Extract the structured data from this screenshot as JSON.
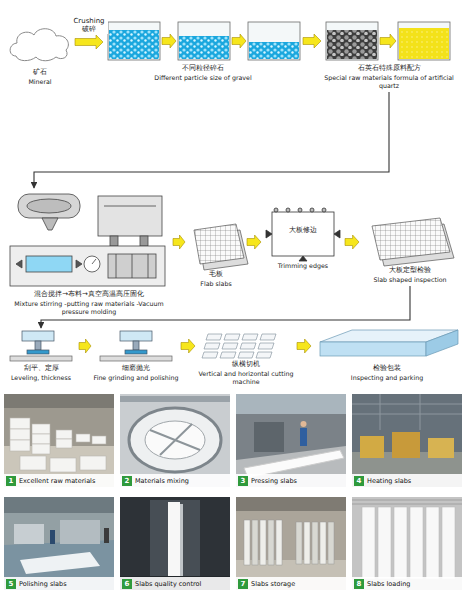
{
  "diagram": {
    "nodes": [
      {
        "text": [
          "矿石",
          "Mineral"
        ]
      },
      {
        "text": [
          "不同粒径碎石",
          "Different particle size of gravel"
        ]
      },
      {
        "text": [
          "石英石特殊原料配方",
          "Special raw materials formula of artificial quartz"
        ]
      },
      {
        "text": [
          "混合搅拌→布料→真空高温高压固化",
          "Mixture stirring -putting raw materials -Vacuum pressure molding"
        ]
      },
      {
        "text": [
          "毛板",
          "Flab slabs"
        ]
      },
      {
        "text": [
          "大板修边",
          "Trimming edges"
        ]
      },
      {
        "text": [
          "大板定型检验",
          "Slab shaped inspection"
        ]
      },
      {
        "text": [
          "刮平、定厚",
          "Leveling, thickness"
        ]
      },
      {
        "text": [
          "细磨抛光",
          "Fine grinding and polishing"
        ]
      },
      {
        "text": [
          "纵横切机",
          "Vertical and horizontal cutting machine"
        ]
      },
      {
        "text": [
          "检验包装",
          "Inspecting and parking"
        ]
      },
      {
        "text": [
          "1",
          "Excellent raw materials"
        ]
      },
      {
        "text": [
          "2",
          "Materials mixing"
        ]
      },
      {
        "text": [
          "3",
          "Pressing slabs"
        ]
      },
      {
        "text": [
          "4",
          "Heating slabs"
        ]
      },
      {
        "text": [
          "5",
          "Polishing slabs"
        ]
      },
      {
        "text": [
          "6",
          "Slabs quality control"
        ]
      },
      {
        "text": [
          "7",
          "Slabs storage"
        ]
      },
      {
        "text": [
          "8",
          "Slabs loading"
        ]
      }
    ],
    "edges": [
      {
        "from": 0,
        "to": 1,
        "arrow": "to",
        "label": "Crushing 破碎"
      },
      {
        "from": 1,
        "to": 2,
        "arrow": "to"
      },
      {
        "from": 2,
        "to": 3,
        "arrow": "to"
      },
      {
        "from": 3,
        "to": 4,
        "arrow": "to"
      },
      {
        "from": 4,
        "to": 5,
        "arrow": "to"
      },
      {
        "from": 5,
        "to": 6,
        "arrow": "to"
      },
      {
        "from": 6,
        "to": 7,
        "arrow": "to"
      },
      {
        "from": 7,
        "to": 8,
        "arrow": "to"
      },
      {
        "from": 8,
        "to": 9,
        "arrow": "to"
      },
      {
        "from": 9,
        "to": 10,
        "arrow": "to"
      }
    ]
  }
}
